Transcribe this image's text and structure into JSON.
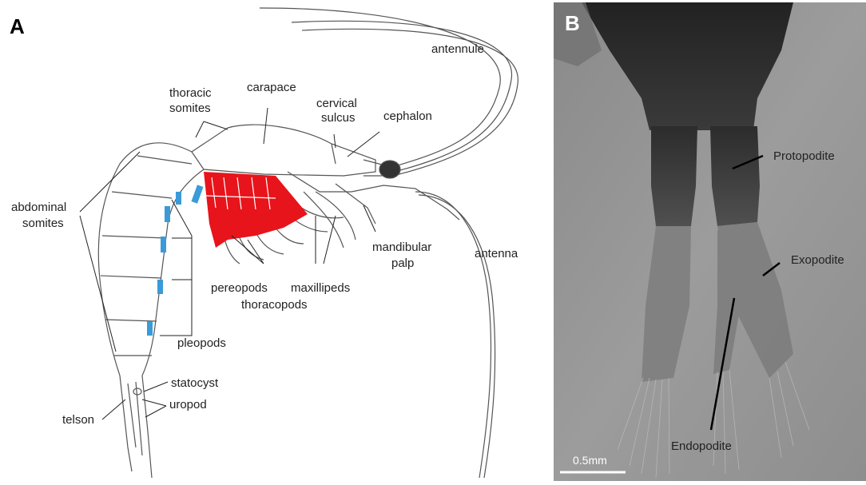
{
  "panel_a": {
    "letter": "A",
    "labels": {
      "antennule": "antennule",
      "thoracic_line1": "thoracic",
      "thoracic_line2": "somites",
      "carapace": "carapace",
      "cervical_line1": "cervical",
      "cervical_line2": "sulcus",
      "cephalon": "cephalon",
      "abdominal_line1": "abdominal",
      "abdominal_line2": "somites",
      "mandibular_line1": "mandibular",
      "mandibular_line2": "palp",
      "antenna": "antenna",
      "pereopods": "pereopods",
      "maxillipeds": "maxillipeds",
      "thoracopods": "thoracopods",
      "pleopods": "pleopods",
      "statocyst": "statocyst",
      "uropod": "uropod",
      "telson": "telson"
    },
    "colors": {
      "thoracopod_fill": "#e8141b",
      "pleopod_fill": "#3a9bd8",
      "outline": "#555555"
    }
  },
  "panel_b": {
    "letter": "B",
    "labels": {
      "protopodite": "Protopodite",
      "exopodite": "Exopodite",
      "endopodite": "Endopodite"
    },
    "scale_bar": "0.5mm"
  }
}
